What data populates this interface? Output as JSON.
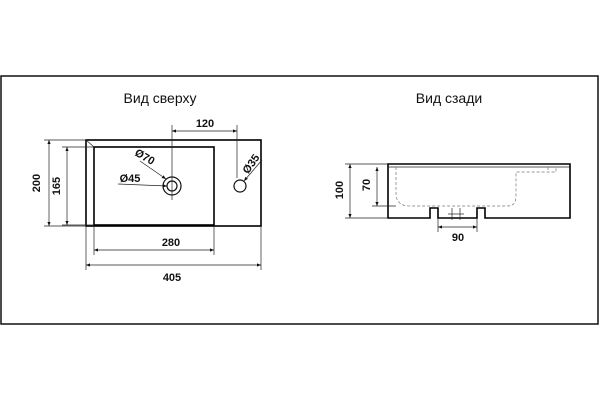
{
  "diagram": {
    "top_view": {
      "title": "Вид сверху",
      "dims": {
        "overall_width": "405",
        "overall_depth": "200",
        "bowl_width": "280",
        "bowl_depth": "165",
        "tap_offset": "120",
        "tap_hole": "Ø35",
        "drain_outer": "Ø70",
        "drain_inner": "Ø45"
      }
    },
    "back_view": {
      "title": "Вид сзади",
      "dims": {
        "overall_height": "100",
        "bowl_height": "70",
        "drain_width": "90"
      }
    }
  }
}
